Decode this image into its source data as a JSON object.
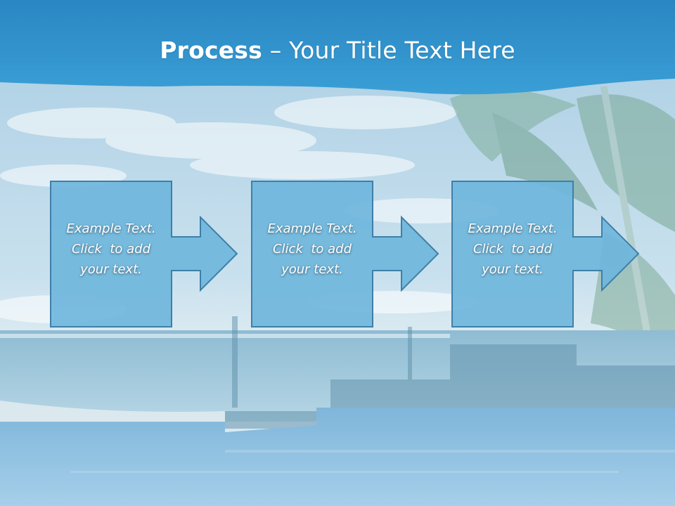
{
  "title": {
    "bold": "Process",
    "separator": " – ",
    "rest": "Your Title Text Here"
  },
  "steps": [
    {
      "line1": "Example Text.",
      "line2": "Click  to add",
      "line3": "your text."
    },
    {
      "line1": "Example Text.",
      "line2": "Click  to add",
      "line3": "your text."
    },
    {
      "line1": "Example Text.",
      "line2": "Click  to add",
      "line3": "your text."
    }
  ],
  "colors": {
    "header_blue": "#2e8fc8",
    "box_fill": "#6fb6dc",
    "box_border": "#3f7fa8",
    "text": "#ffffff"
  }
}
